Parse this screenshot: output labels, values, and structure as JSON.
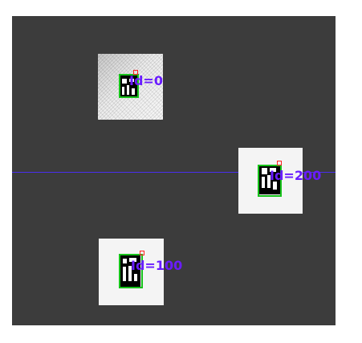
{
  "viewer": {
    "background_color": "#3c3c3c",
    "guide_line_color": "#4a2ff0",
    "box_color": "#16c21a",
    "corner_color": "#ff2020",
    "label_color": "#6a1cff"
  },
  "tags": [
    {
      "label": "Id=0"
    },
    {
      "label": "Id=200"
    },
    {
      "label": "Id=100"
    }
  ]
}
